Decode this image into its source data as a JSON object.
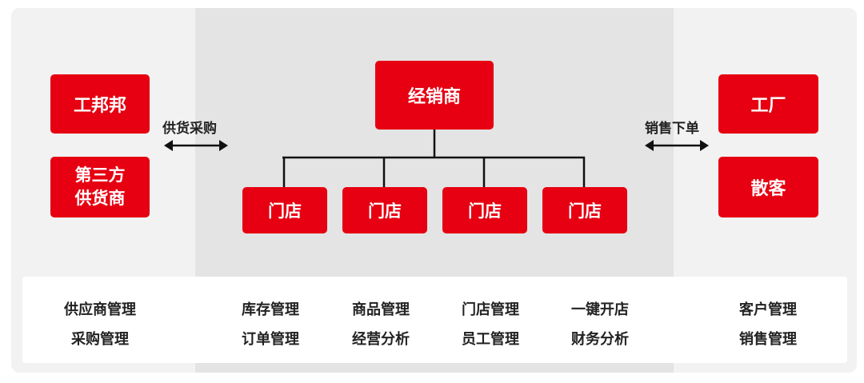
{
  "left": {
    "box1": "工邦邦",
    "box2": "第三方\n供货商",
    "arrow_label": "供货采购"
  },
  "center": {
    "top": "经销商",
    "stores": [
      "门店",
      "门店",
      "门店",
      "门店"
    ]
  },
  "right": {
    "box1": "工厂",
    "box2": "散客",
    "arrow_label": "销售下单"
  },
  "features": {
    "left": [
      "供应商管理",
      "采购管理"
    ],
    "col1": [
      "库存管理",
      "订单管理"
    ],
    "col2": [
      "商品管理",
      "经营分析"
    ],
    "col3": [
      "门店管理",
      "员工管理"
    ],
    "col4": [
      "一键开店",
      "财务分析"
    ],
    "right": [
      "客户管理",
      "销售管理"
    ]
  },
  "colors": {
    "accent": "#e60012",
    "outer_bg": "#f2f2f2",
    "center_bg": "#e4e4e4"
  }
}
